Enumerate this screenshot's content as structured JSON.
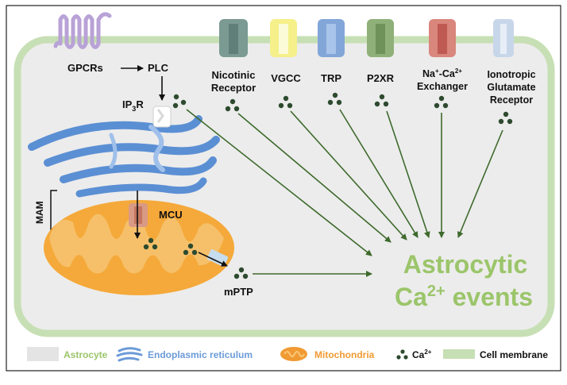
{
  "receptors": {
    "nicotinic_line1": "Nicotinic",
    "nicotinic_line2": "Receptor",
    "vgcc": "VGCC",
    "trp": "TRP",
    "p2xr": "P2XR",
    "ncx_na": "Na",
    "ncx_ca": "-Ca",
    "ncx_charge": "2+",
    "ncx_line2": "Exchanger",
    "iono_line1": "Ionotropic",
    "iono_line2": "Glutamate",
    "iono_line3": "Receptor"
  },
  "pathway": {
    "gpcrs": "GPCRs",
    "plc": "PLC",
    "ip3r_base": "IP",
    "ip3r_sub": "3",
    "ip3r_end": "R",
    "mam": "MAM",
    "mcu": "MCU",
    "mptp": "mPTP"
  },
  "result": {
    "line1": "Astrocytic",
    "line2_ca": "Ca",
    "line2_sup": "2+",
    "line2_end": " events"
  },
  "legend": {
    "astrocyte": "Astrocyte",
    "er": "Endoplasmic reticulum",
    "mito": "Mitochondria",
    "ca": "Ca",
    "ca_sup": "2+",
    "membrane": "Cell membrane"
  },
  "colors": {
    "astrocyte": "#ececec",
    "membrane": "#c7dfb4",
    "er": "#5b8fd4",
    "mito_outer": "#f5a93a",
    "mito_inner": "#f6c06a",
    "calcium": "#2d4a2f",
    "arrow": "#3e6a2c",
    "result_text": "#9bc56a",
    "legend_er": "#6b9bd8",
    "legend_mito": "#f19a33",
    "legend_astro": "#9bc56a"
  },
  "icons": [
    "gpcr-icon",
    "nicotinic-receptor-icon",
    "vgcc-icon",
    "trp-icon",
    "p2xr-icon",
    "exchanger-icon",
    "glutamate-receptor-icon",
    "ip3r-icon",
    "mcu-icon",
    "mptp-icon",
    "calcium-icon",
    "er-icon",
    "mitochondria-icon"
  ]
}
